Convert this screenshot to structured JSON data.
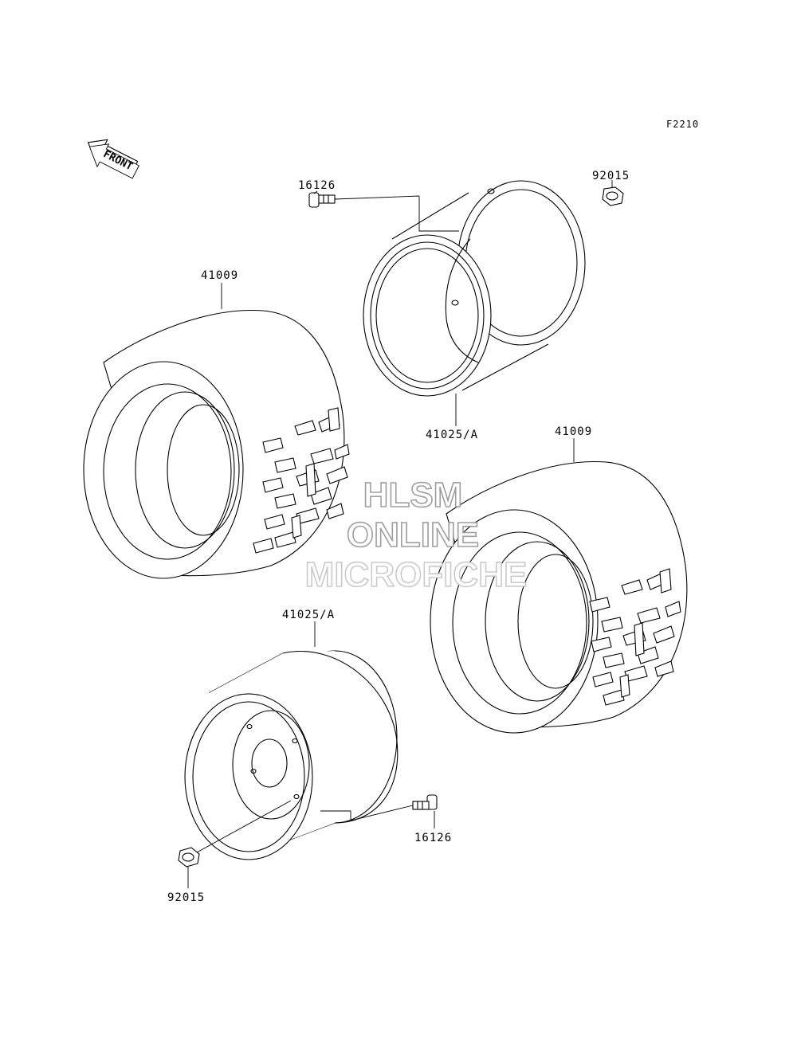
{
  "figure_code": "F2210",
  "direction_marker": "FRONT",
  "watermark": {
    "line1": "HLSM",
    "line2": "ONLINE",
    "line3": "MICROFICHE"
  },
  "labels": {
    "valve_top": "16126",
    "nut_top": "92015",
    "tire_left": "41009",
    "wheel_top": "41025/A",
    "tire_right": "41009",
    "wheel_bottom": "41025/A",
    "valve_bottom": "16126",
    "nut_bottom": "92015"
  }
}
